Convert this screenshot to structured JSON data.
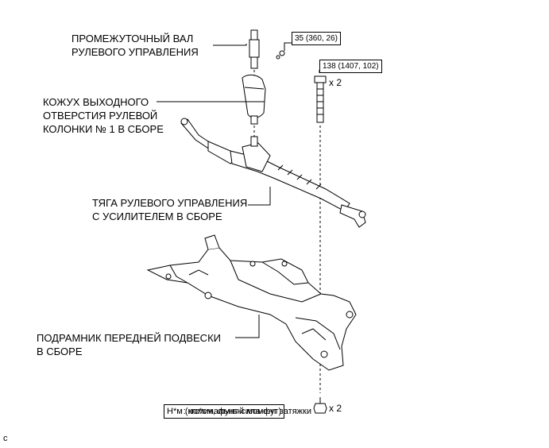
{
  "labels": {
    "intermediate_shaft": [
      "ПРОМЕЖУТОЧНЫЙ ВАЛ",
      "РУЛЕВОГО УПРАВЛЕНИЯ"
    ],
    "column_hole_cover": [
      "КОЖУХ ВЫХОДНОГО",
      "ОТВЕРСТИЯ РУЛЕВОЙ",
      "КОЛОНКИ № 1 В СБОРЕ"
    ],
    "steering_link": [
      "ТЯГА РУЛЕВОГО УПРАВЛЕНИЯ",
      "С УСИЛИТЕЛЕМ В СБОРЕ"
    ],
    "subframe": [
      "ПОДРАМНИК ПЕРЕДНЕЙ ПОДВЕСКИ",
      "В СБОРЕ"
    ]
  },
  "torques": {
    "shaft_bolt": "35 (360, 26)",
    "subframe_bolt": "138 (1407, 102)"
  },
  "quantities": {
    "upper_bolt": "x 2",
    "lower_nut": "x 2"
  },
  "legend": {
    "units": "Н*м (кгс*см, фунт-сила-фут)",
    "description": ": номинальный момент затяжки"
  },
  "corner_mark": "c"
}
